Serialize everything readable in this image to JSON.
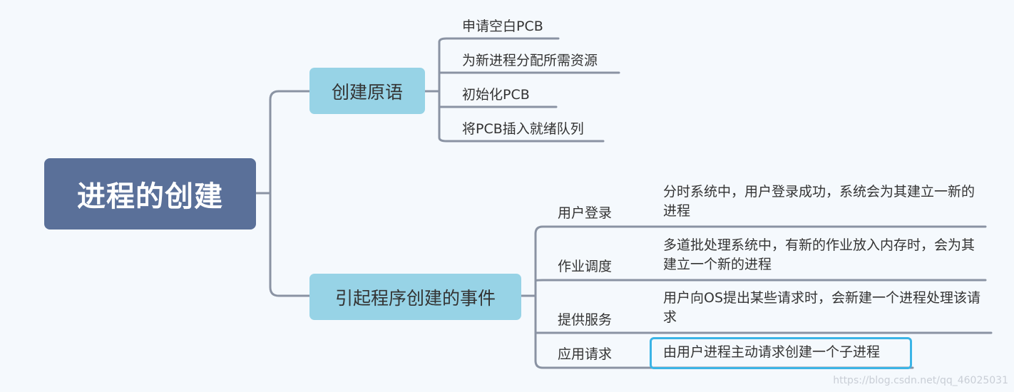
{
  "root": {
    "label": "进程的创建"
  },
  "branches": [
    {
      "label": "创建原语",
      "leaves": [
        "申请空白PCB",
        "为新进程分配所需资源",
        "初始化PCB",
        "将PCB插入就绪队列"
      ]
    },
    {
      "label": "引起程序创建的事件",
      "events": [
        {
          "label": "用户登录",
          "desc": "分时系统中，用户登录成功，系统会为其建立一新的进程"
        },
        {
          "label": "作业调度",
          "desc": "多道批处理系统中，有新的作业放入内存时，会为其建立一个新的进程"
        },
        {
          "label": "提供服务",
          "desc": "用户向OS提出某些请求时，会新建一个进程处理该请求"
        },
        {
          "label": "应用请求",
          "desc": "由用户进程主动请求创建一个子进程"
        }
      ]
    }
  ],
  "watermark": "https://blog.csdn.net/qq_46025031",
  "colors": {
    "background": "#f5f9fd",
    "root": "#5a7099",
    "branch": "#97d3e6",
    "connector": "#8a93a3",
    "highlight": "#3bb4e6"
  }
}
